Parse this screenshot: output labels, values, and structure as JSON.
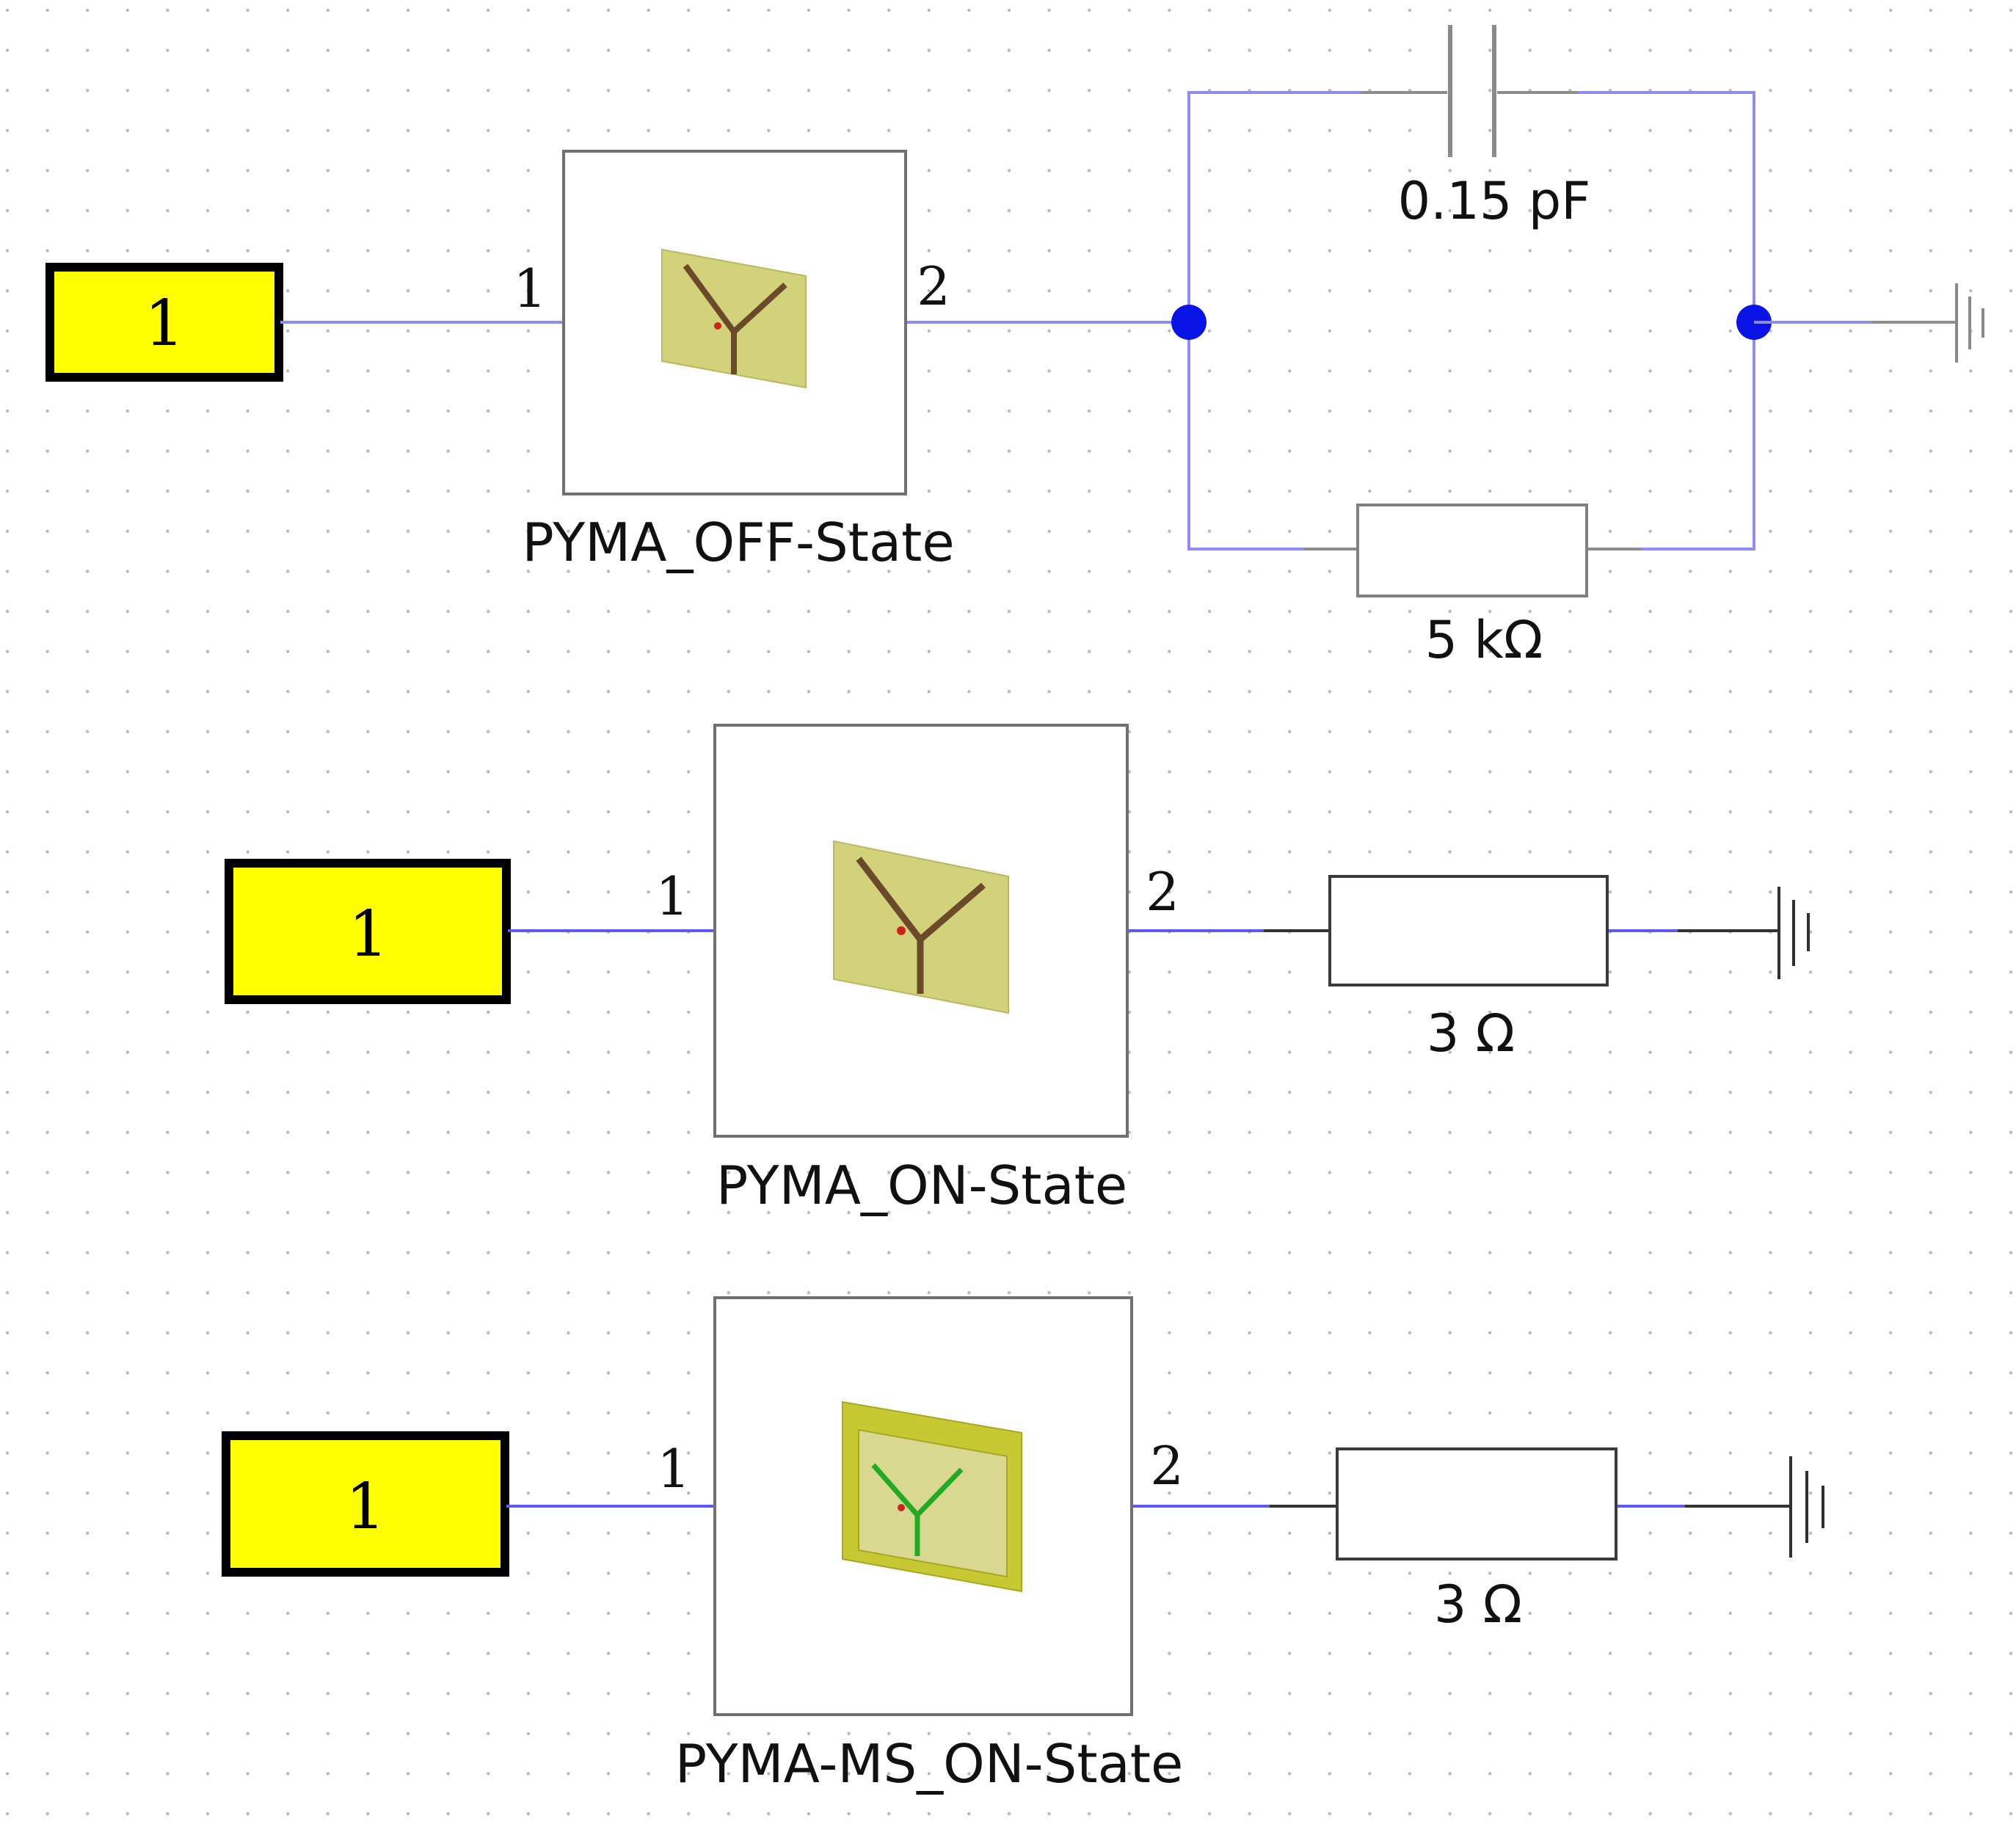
{
  "circuits": [
    {
      "port_label": "1",
      "pin1_label": "1",
      "pin2_label": "2",
      "block_label": "PYMA_OFF-State",
      "capacitor_value": "0.15 pF",
      "resistor_value": "5 kΩ"
    },
    {
      "port_label": "1",
      "pin1_label": "1",
      "pin2_label": "2",
      "block_label": "PYMA_ON-State",
      "resistor_value": "3 Ω"
    },
    {
      "port_label": "1",
      "pin1_label": "1",
      "pin2_label": "2",
      "block_label": "PYMA-MS_ON-State",
      "resistor_value": "3 Ω"
    }
  ],
  "colors": {
    "port_fill": "#ffff00",
    "wire": "#8c8cf2",
    "node": "#0a14e6",
    "antenna_patch": "#d2d27a",
    "antenna_patch_ms": "#c8c832"
  },
  "icons": [
    "antenna-icon",
    "ground-icon",
    "capacitor-icon",
    "resistor-icon"
  ]
}
